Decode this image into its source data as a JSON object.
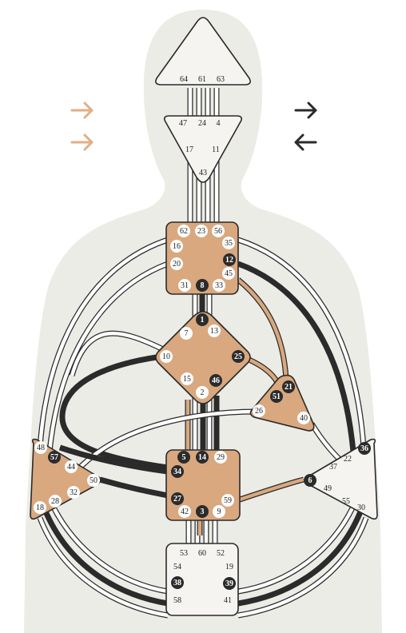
{
  "colors": {
    "defined": "#d9a87f",
    "undefined_center": "#f6f4f1",
    "outline": "#2a2a2a",
    "dark_channel": "#2b2b2b",
    "silhouette": "#ecece6",
    "arrow_left": "#e3ad87",
    "arrow_right": "#2a2a2a"
  },
  "arrows": {
    "left_top": "right-arrow-icon",
    "left_bottom": "right-arrow-icon",
    "right_top": "right-arrow-icon",
    "right_bottom": "left-arrow-icon"
  },
  "centers": {
    "head": {
      "defined": false,
      "gates": [
        "64",
        "61",
        "63"
      ]
    },
    "ajna": {
      "defined": false,
      "gates": [
        "47",
        "24",
        "4",
        "17",
        "11",
        "43"
      ]
    },
    "throat": {
      "defined": true,
      "gates": [
        "62",
        "23",
        "56",
        "16",
        "35",
        "20",
        "12",
        "45",
        "31",
        "8",
        "33"
      ]
    },
    "g": {
      "defined": true,
      "gates": [
        "1",
        "7",
        "13",
        "10",
        "25",
        "15",
        "46",
        "2"
      ]
    },
    "heart": {
      "defined": true,
      "gates": [
        "21",
        "51",
        "26",
        "40"
      ]
    },
    "spleen": {
      "defined": true,
      "gates": [
        "48",
        "57",
        "44",
        "50",
        "32",
        "28",
        "18"
      ]
    },
    "sacral": {
      "defined": true,
      "gates": [
        "5",
        "14",
        "29",
        "34",
        "27",
        "59",
        "42",
        "3",
        "9"
      ]
    },
    "solar_plexus": {
      "defined": false,
      "gates": [
        "36",
        "22",
        "37",
        "6",
        "49",
        "55",
        "30"
      ]
    },
    "root": {
      "defined": false,
      "gates": [
        "53",
        "60",
        "52",
        "54",
        "19",
        "38",
        "39",
        "58",
        "41"
      ]
    }
  },
  "active_gates": [
    "8",
    "12",
    "1",
    "25",
    "46",
    "21",
    "51",
    "57",
    "5",
    "14",
    "34",
    "27",
    "3",
    "36",
    "6",
    "38",
    "39"
  ]
}
